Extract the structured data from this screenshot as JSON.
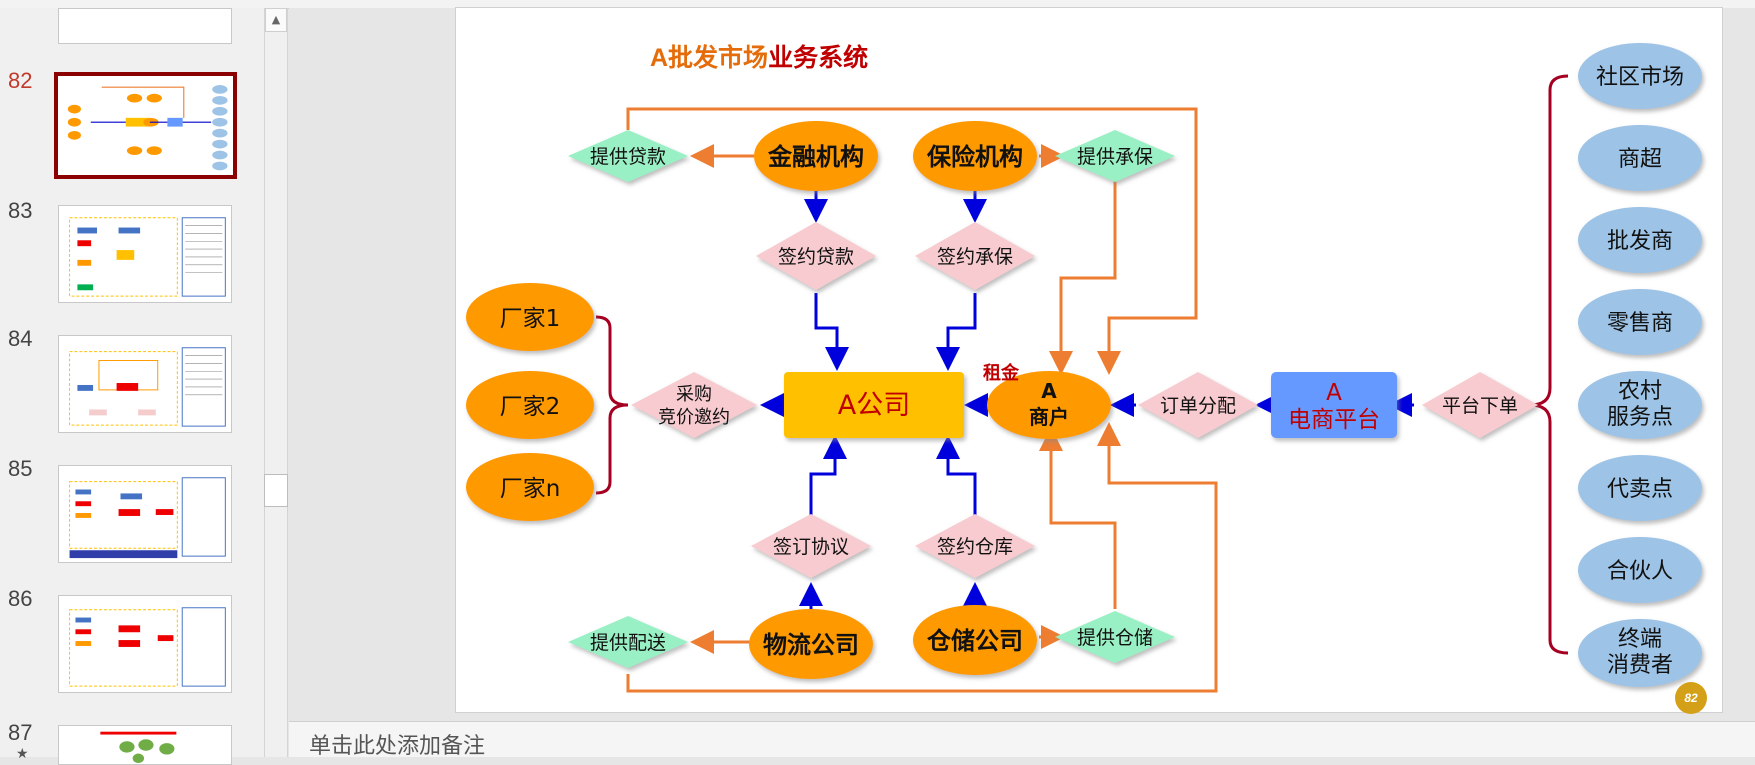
{
  "slides_panel": {
    "slides": [
      {
        "number": "82",
        "active": true
      },
      {
        "number": "83",
        "active": false
      },
      {
        "number": "84",
        "active": false
      },
      {
        "number": "85",
        "active": false
      },
      {
        "number": "86",
        "active": false
      },
      {
        "number": "87",
        "active": false
      }
    ]
  },
  "slide": {
    "title_part1": "A批发市场",
    "title_part2": "业务系统",
    "title_color1": "#e46c0a",
    "title_color2": "#c00000",
    "rent_label": "租金",
    "page_badge": "82",
    "center_company": "A公司",
    "merchant_line1": "A",
    "merchant_line2": "商户",
    "platform_line1": "A",
    "platform_line2": "电商平台",
    "finance": "金融机构",
    "insurance": "保险机构",
    "logistics": "物流公司",
    "storage": "仓储公司",
    "provide_loan": "提供贷款",
    "provide_insure": "提供承保",
    "sign_loan": "签约贷款",
    "sign_insure": "签约承保",
    "sign_agreement": "签订协议",
    "sign_storage": "签约仓库",
    "provide_delivery": "提供配送",
    "provide_storage": "提供仓储",
    "purchase_line1": "采购",
    "purchase_line2": "竞价邀约",
    "order_dist": "订单分配",
    "platform_order": "平台下单",
    "factories": [
      "厂家1",
      "厂家2",
      "厂家n"
    ],
    "channels": [
      {
        "line1": "社区市场",
        "line2": ""
      },
      {
        "line1": "商超",
        "line2": ""
      },
      {
        "line1": "批发商",
        "line2": ""
      },
      {
        "line1": "零售商",
        "line2": ""
      },
      {
        "line1": "农村",
        "line2": "服务点"
      },
      {
        "line1": "代卖点",
        "line2": ""
      },
      {
        "line1": "合伙人",
        "line2": ""
      },
      {
        "line1": "终端",
        "line2": "消费者"
      }
    ]
  },
  "notes": {
    "placeholder": "单击此处添加备注"
  }
}
